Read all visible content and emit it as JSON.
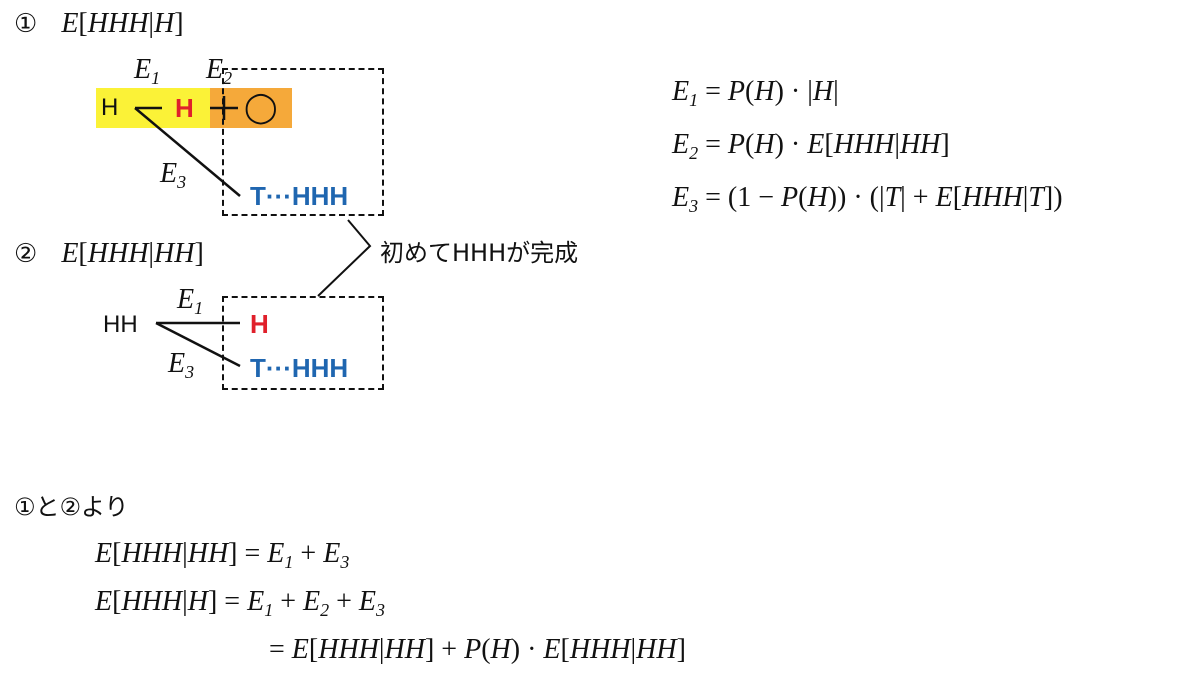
{
  "section1": {
    "marker": "①",
    "title": "E[HHH|H]",
    "edge_e1": "E",
    "edge_e2": "E",
    "edge_e3": "E",
    "sub1": "1",
    "sub2": "2",
    "sub3": "3",
    "node_start": "H",
    "node_h": "H",
    "node_circle": "◯",
    "node_t": "T···HHH"
  },
  "section2": {
    "marker": "②",
    "title": "E[HH H|HH]",
    "edge_e1": "E",
    "edge_e3": "E",
    "sub1": "1",
    "sub3": "3",
    "node_start": "HH",
    "node_h": "H",
    "node_t": "T···HHH"
  },
  "annotation": "初めてHHHが完成",
  "definitions": {
    "e1_lhs": "E",
    "e1_sub": "1",
    "e1_rhs": "= P(H) · |H|",
    "e2_lhs": "E",
    "e2_sub": "2",
    "e2_rhs": "= P(H) · E[HHH|HH]",
    "e3_lhs": "E",
    "e3_sub": "3",
    "e3_rhs": "= (1 − P(H)) · (|T| + E[HHH|T])"
  },
  "conclusion": {
    "heading": "①と②より",
    "line1_lhs": "E[HHH|HH]",
    "line1_rhs_a": "= E",
    "line1_sub_a": "1",
    "line1_rhs_b": " + E",
    "line1_sub_b": "3",
    "line2_lhs": "E[HHH|H]",
    "line2_rhs_a": "= E",
    "line2_sub_a": "1",
    "line2_rhs_b": " + E",
    "line2_sub_b": "2",
    "line2_rhs_c": " + E",
    "line2_sub_c": "3",
    "line3_rhs": "= E[HHH|HH] + P(H) · E[HHH|HH]"
  },
  "colors": {
    "highlight_yellow": "#fbf237",
    "highlight_orange": "#f5a93a",
    "node_red": "#e0202b",
    "node_blue": "#1f66b0"
  }
}
